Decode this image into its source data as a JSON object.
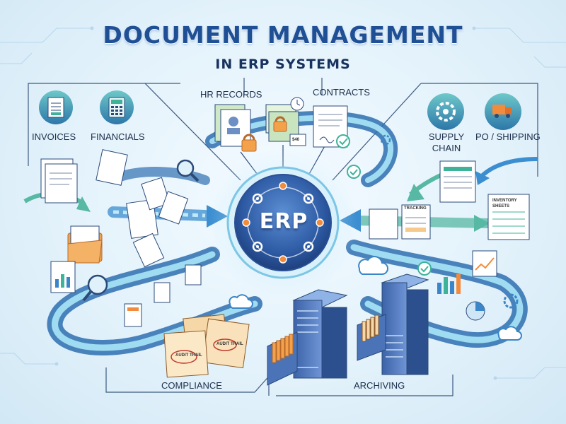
{
  "title": {
    "main": "DOCUMENT MANAGEMENT",
    "sub": "IN ERP SYSTEMS"
  },
  "hub": {
    "label": "ERP"
  },
  "sections": {
    "invoices": "INVOICES",
    "financials": "FINANCIALS",
    "hr_records": "HR RECORDS",
    "contracts": "CONTRACTS",
    "supply_chain": "SUPPLY CHAIN",
    "po_shipping": "PO / SHIPPING",
    "compliance": "COMPLIANCE",
    "archiving": "ARCHIVING"
  },
  "doc_labels": {
    "tracking": "TRACKING",
    "inventory_sheets": "INVENTORY SHEETS",
    "audit_trail": "AUDIT TRAIL",
    "id_card": "$46"
  },
  "colors": {
    "title": "#1f4f95",
    "path": "#3a86c8",
    "hub": "#2f5ea8",
    "node": "#f28c3c",
    "accent_teal": "#3fb39a"
  }
}
